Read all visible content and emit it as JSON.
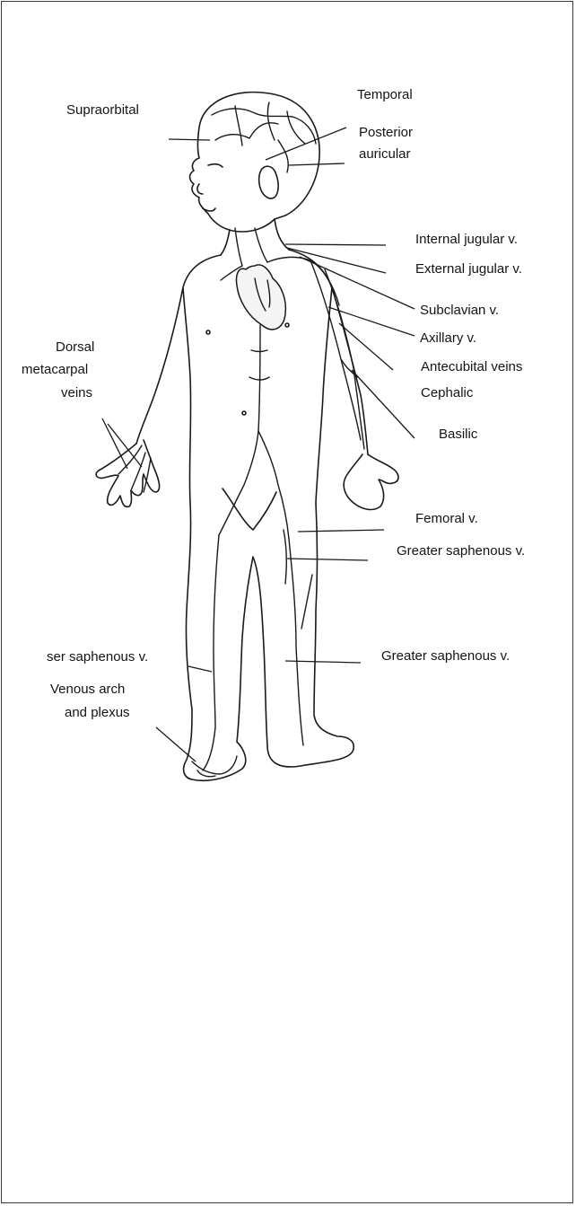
{
  "labels": {
    "supraorbital": "Supraorbital",
    "temporal": "Temporal",
    "posterior_auricular_1": "Posterior",
    "posterior_auricular_2": "auricular",
    "internal_jugular": "Internal jugular v.",
    "external_jugular": "External jugular v.",
    "subclavian": "Subclavian v.",
    "axillary": "Axillary v.",
    "antecubital": "Antecubital veins",
    "cephalic": "Cephalic",
    "basilic": "Basilic",
    "dorsal_1": "Dorsal",
    "dorsal_2": "metacarpal",
    "dorsal_3": "veins",
    "femoral": "Femoral v.",
    "greater_saphenous_upper": "Greater saphenous v.",
    "greater_saphenous_lower": "Greater saphenous v.",
    "lesser_saphenous": "ser saphenous v.",
    "venous_arch_1": "Venous arch",
    "venous_arch_2": "and plexus"
  }
}
